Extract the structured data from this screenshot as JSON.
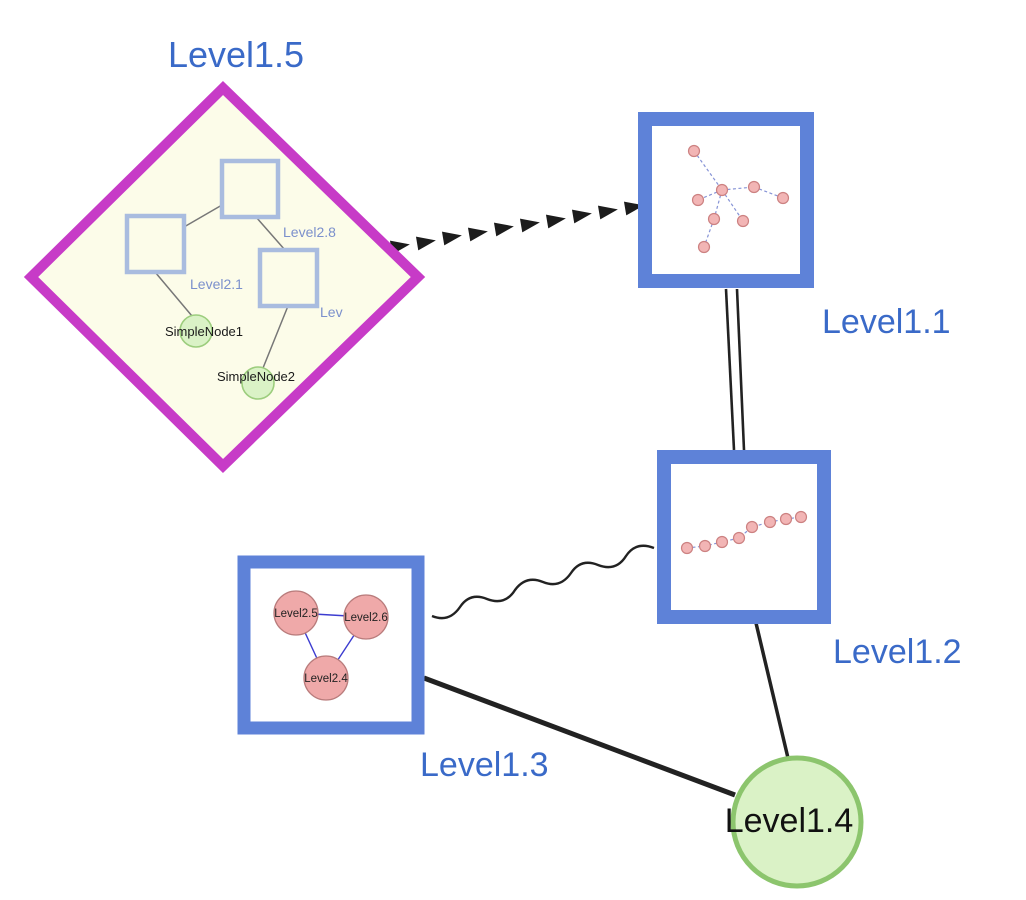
{
  "colors": {
    "label_blue": "#3a6ac8",
    "label_black": "#111111",
    "node_border_blue": "#5e82d8",
    "diamond_border": "#c73bc7",
    "diamond_fill": "#fcfce9",
    "green_fill": "#daf2c6",
    "green_border": "#8cc56d",
    "pink_fill": "#efa9a9",
    "pink_border": "#b97c7c",
    "edge_color": "#222222",
    "mini_edge_blue": "#8693d6"
  },
  "nodes": {
    "level1_1": {
      "label": "Level1.1",
      "shape": "square"
    },
    "level1_2": {
      "label": "Level1.2",
      "shape": "square"
    },
    "level1_3": {
      "label": "Level1.3",
      "shape": "square"
    },
    "level1_4": {
      "label": "Level1.4",
      "shape": "circle"
    },
    "level1_5": {
      "label": "Level1.5",
      "shape": "diamond"
    }
  },
  "level1_5_contents": {
    "square_labels": {
      "a": "Level2.8",
      "b": "Level2.1",
      "c": "Lev"
    },
    "node_labels": {
      "n1": "SimpleNode1",
      "n2": "SimpleNode2"
    }
  },
  "level1_3_contents": {
    "node_labels": {
      "c1": "Level2.5",
      "c2": "Level2.6",
      "c3": "Level2.4"
    }
  },
  "edges": [
    {
      "from": "Level1.5",
      "to": "Level1.1",
      "style": "dashed-arrowheads"
    },
    {
      "from": "Level1.1",
      "to": "Level1.2",
      "style": "double-line"
    },
    {
      "from": "Level1.3",
      "to": "Level1.2",
      "style": "wavy"
    },
    {
      "from": "Level1.3",
      "to": "Level1.4",
      "style": "solid"
    },
    {
      "from": "Level1.2",
      "to": "Level1.4",
      "style": "solid"
    }
  ]
}
